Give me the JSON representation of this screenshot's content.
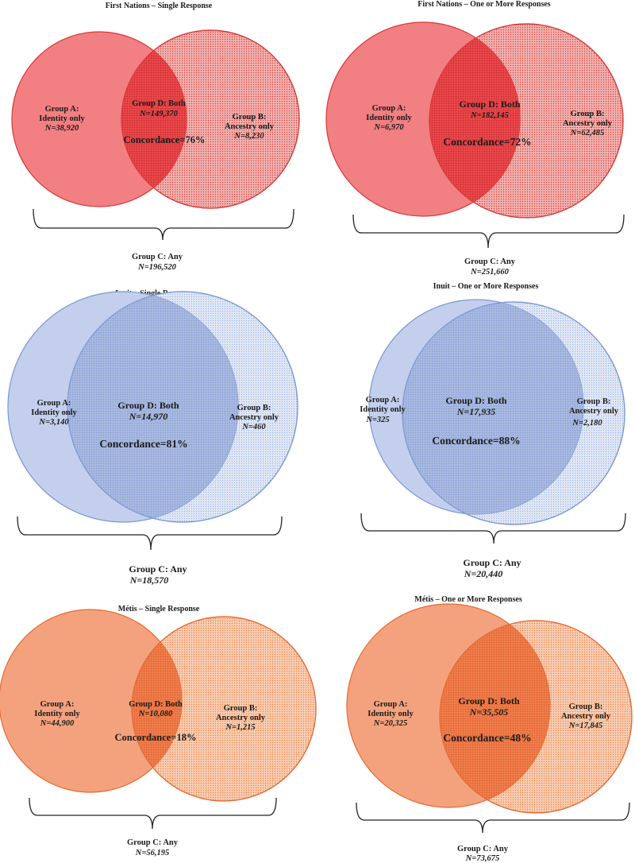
{
  "diagrams": [
    {
      "id": "first-nations-single",
      "title": "First Nations – Single Response",
      "color": "#e53935",
      "group_a": {
        "label_1": "Group A:",
        "label_2": "Identity only",
        "n": "N=38,920"
      },
      "group_b": {
        "label_1": "Group B:",
        "label_2": "Ancestry only",
        "n": "N=8,230"
      },
      "group_d": {
        "label": "Group D: Both",
        "n": "N=149,370",
        "concordance": "Concordance=76%"
      },
      "group_c": {
        "label": "Group C:  Any",
        "n": "N=196,520"
      }
    },
    {
      "id": "first-nations-multi",
      "title": "First Nations – One or More Responses",
      "color": "#e53935",
      "group_a": {
        "label_1": "Group A:",
        "label_2": "Identity only",
        "n": "N=6,970"
      },
      "group_b": {
        "label_1": "Group B:",
        "label_2": "Ancestry only",
        "n": "N=62,485"
      },
      "group_d": {
        "label": "Group D: Both",
        "n": "N=182,145",
        "concordance": "Concordance=72%"
      },
      "group_c": {
        "label": "Group C: Any",
        "n": "N=251,660"
      }
    },
    {
      "id": "inuit-single",
      "title": "Inuit – Single Response",
      "color": "#7f9fd6",
      "group_a": {
        "label_1": "Group A:",
        "label_2": "Identity only",
        "n": "N=3,140"
      },
      "group_b": {
        "label_1": "Group B:",
        "label_2": "Ancestry only",
        "n": "N=460"
      },
      "group_d": {
        "label": "Group D: Both",
        "n": "N=14,970",
        "concordance": "Concordance=81%"
      },
      "group_c": {
        "label": "Group C: Any",
        "n": "N=18,570"
      }
    },
    {
      "id": "inuit-multi",
      "title": "Inuit – One or More Responses",
      "color": "#7f9fd6",
      "group_a": {
        "label_1": "Group A:",
        "label_2": "Identity only",
        "n": "N=325"
      },
      "group_b": {
        "label_1": "Group B:",
        "label_2": "Ancestry only",
        "n": "N=2,180"
      },
      "group_d": {
        "label": "Group D: Both",
        "n": "N=17,935",
        "concordance": "Concordance=88%"
      },
      "group_c": {
        "label": "Group C: Any",
        "n": "N=20,440"
      }
    },
    {
      "id": "metis-single",
      "title": "Métis – Single Response",
      "color": "#f07a45",
      "group_a": {
        "label_1": "Group A:",
        "label_2": "Identity only",
        "n": "N=44,900"
      },
      "group_b": {
        "label_1": "Group B:",
        "label_2": "Ancestry only",
        "n": "N=1,215"
      },
      "group_d": {
        "label": "Group D: Both",
        "n": "N=10,080",
        "concordance": "Concordance=18%"
      },
      "group_c": {
        "label": "Group C: Any",
        "n": "N=56,195"
      }
    },
    {
      "id": "metis-multi",
      "title": "Métis – One or More Responses",
      "color": "#f07a45",
      "group_a": {
        "label_1": "Group A:",
        "label_2": "Identity only",
        "n": "N=20,325"
      },
      "group_b": {
        "label_1": "Group B:",
        "label_2": "Ancestry only",
        "n": "N=17,845"
      },
      "group_d": {
        "label": "Group D: Both",
        "n": "N=35,505",
        "concordance": "Concordance=48%"
      },
      "group_c": {
        "label": "Group C: Any",
        "n": "N=73,675"
      }
    }
  ]
}
